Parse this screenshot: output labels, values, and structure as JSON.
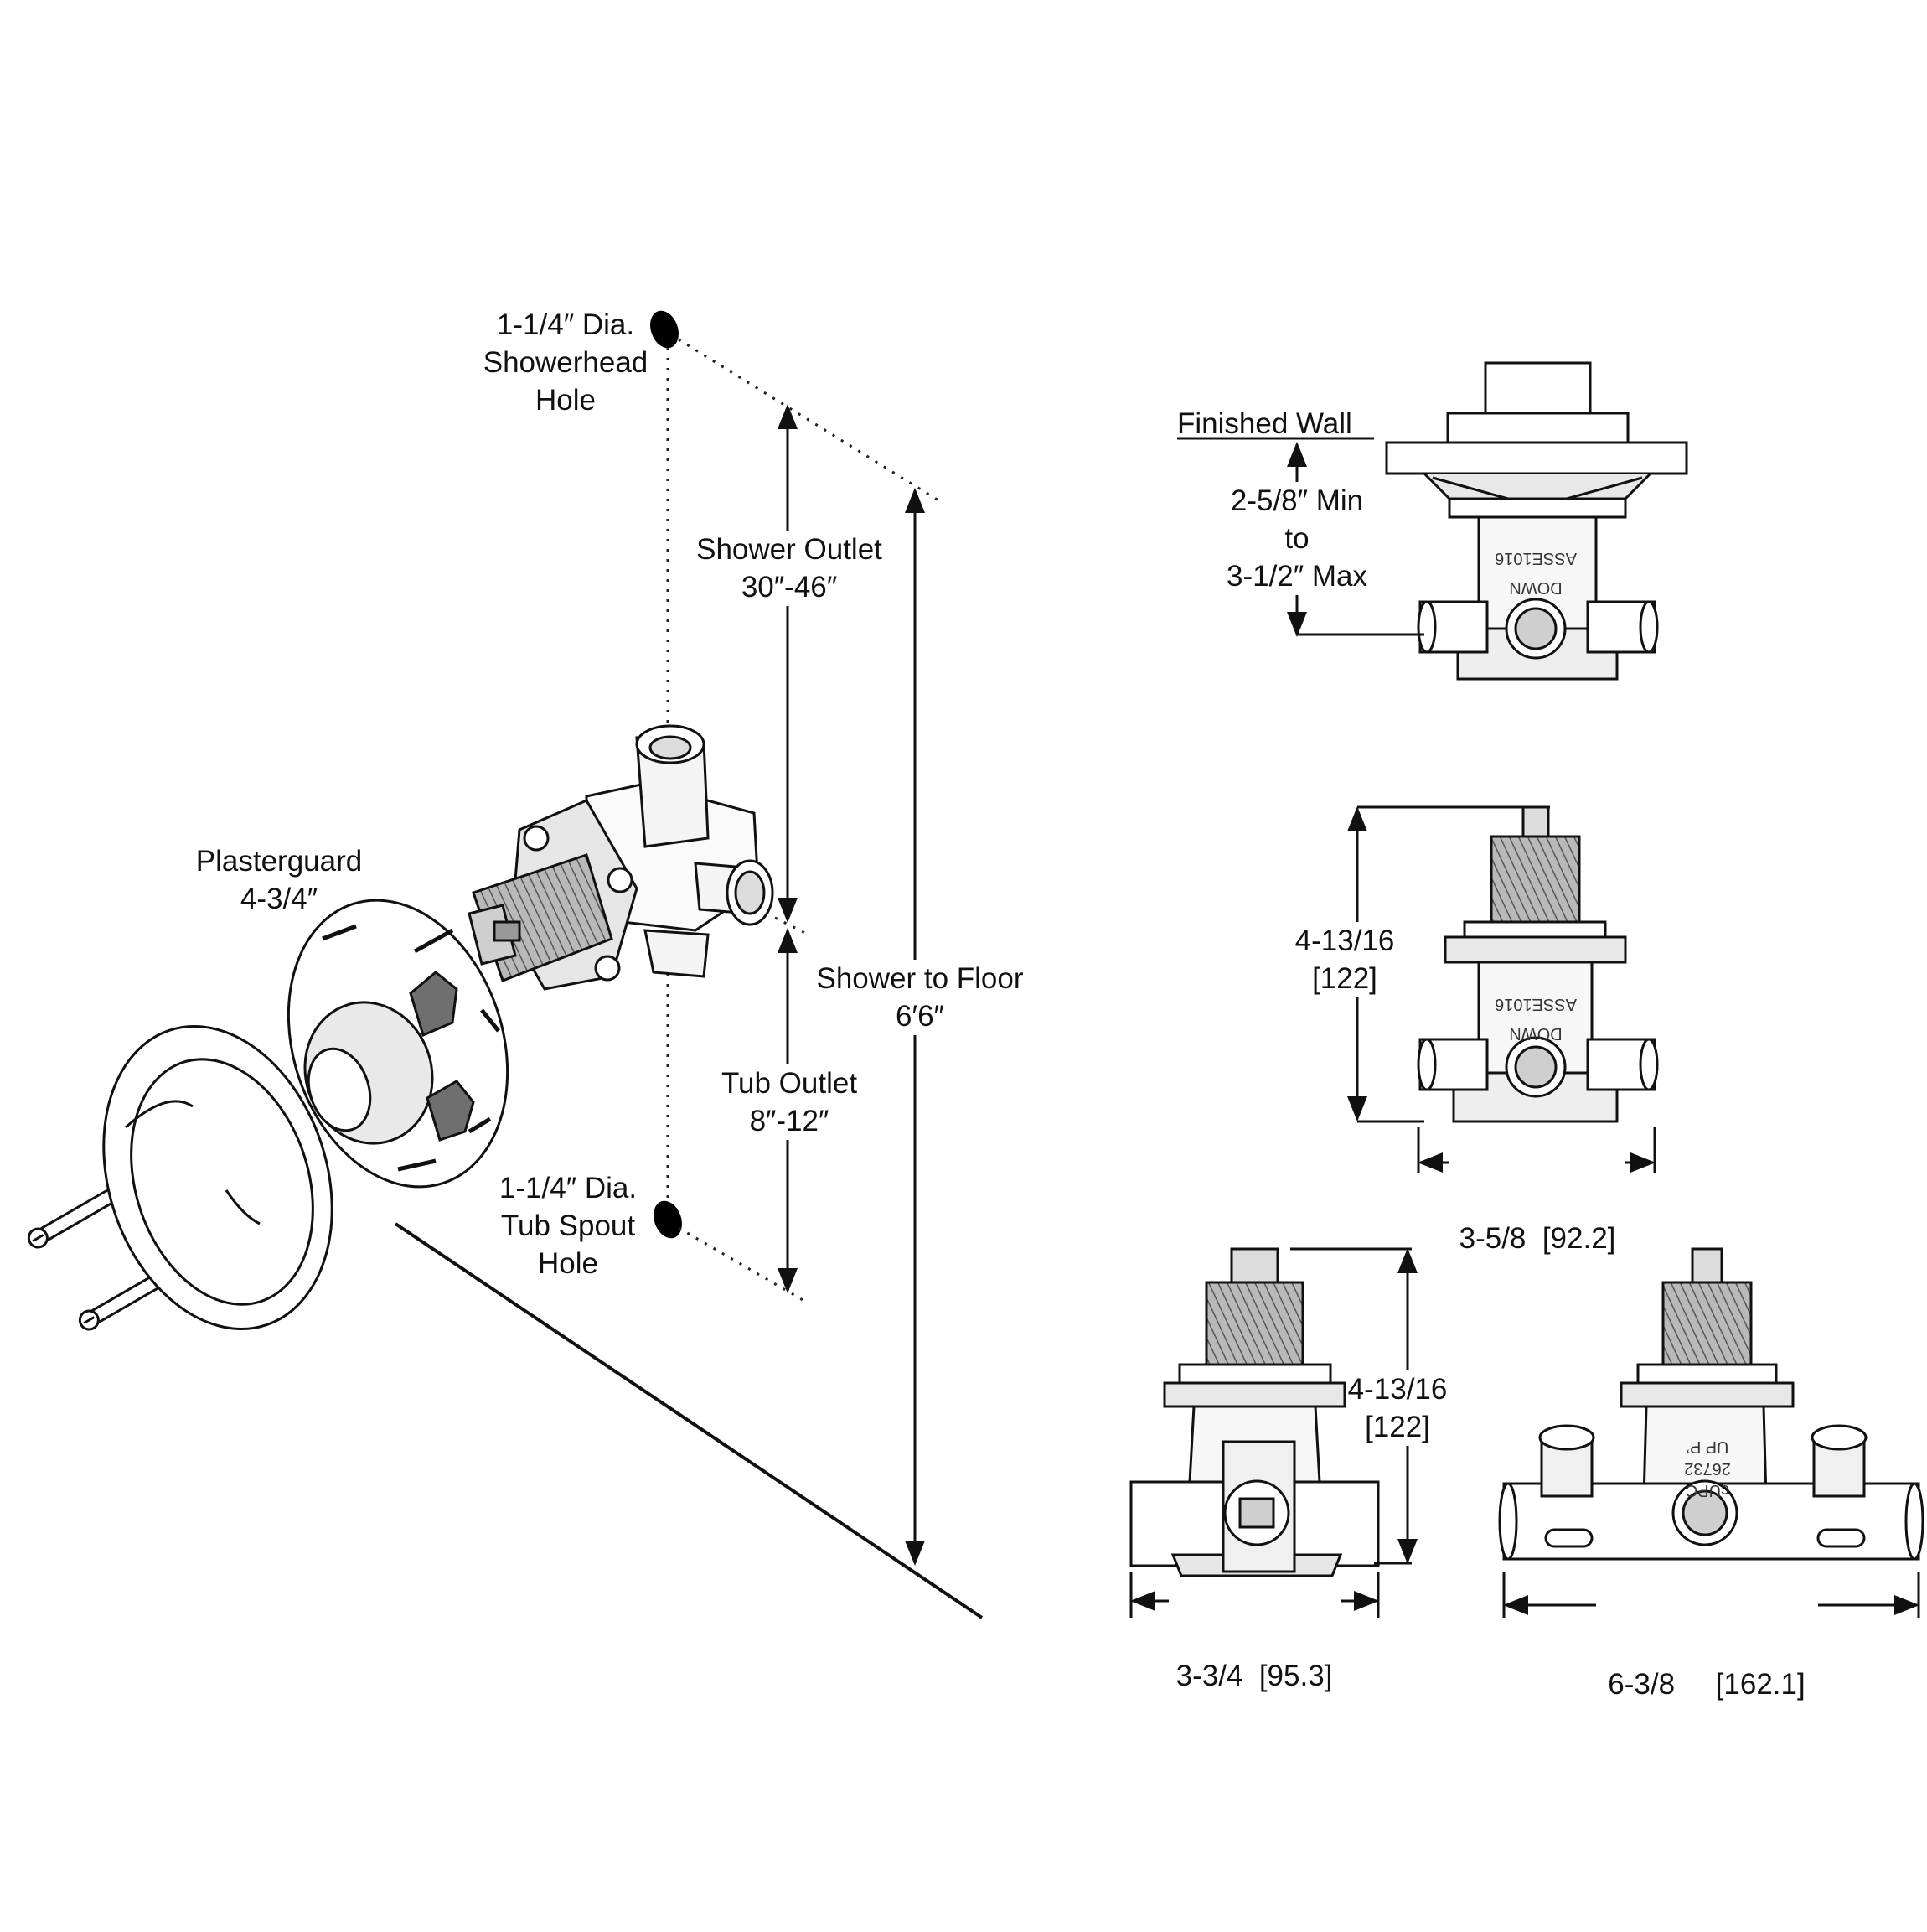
{
  "labels": {
    "showerhead_hole": [
      "1-1/4″ Dia.",
      "Showerhead",
      "Hole"
    ],
    "shower_outlet": [
      "Shower Outlet",
      "30″-46″"
    ],
    "shower_to_floor": [
      "Shower to Floor",
      "6′6″"
    ],
    "tub_outlet": [
      "Tub Outlet",
      "8″-12″"
    ],
    "tub_spout_hole": [
      "1-1/4″ Dia.",
      "Tub Spout",
      "Hole"
    ],
    "plasterguard": [
      "Plasterguard",
      "4-3/4″"
    ],
    "finished_wall": "Finished Wall",
    "depth_range": [
      "2-5/8″ Min",
      "to",
      "3-1/2″ Max"
    ],
    "front_height": [
      "4-13/16",
      "[122]"
    ],
    "front_width": "3-5/8  [92.2]",
    "side_height": [
      "4-13/16",
      "[122]"
    ],
    "side_width": "3-3/4  [95.3]",
    "four_port_width": "6-3/8     [162.1]"
  },
  "valve_markings": {
    "certification": "ASSE1016",
    "orientation": "DOWN",
    "listing": [
      "UP P’",
      "26732",
      "cUPC"
    ]
  },
  "colors": {
    "ink": "#111111",
    "fill_light": "#f2f2f2",
    "fill_mid": "#cfcfcf",
    "fill_dark": "#7a7a7a"
  }
}
